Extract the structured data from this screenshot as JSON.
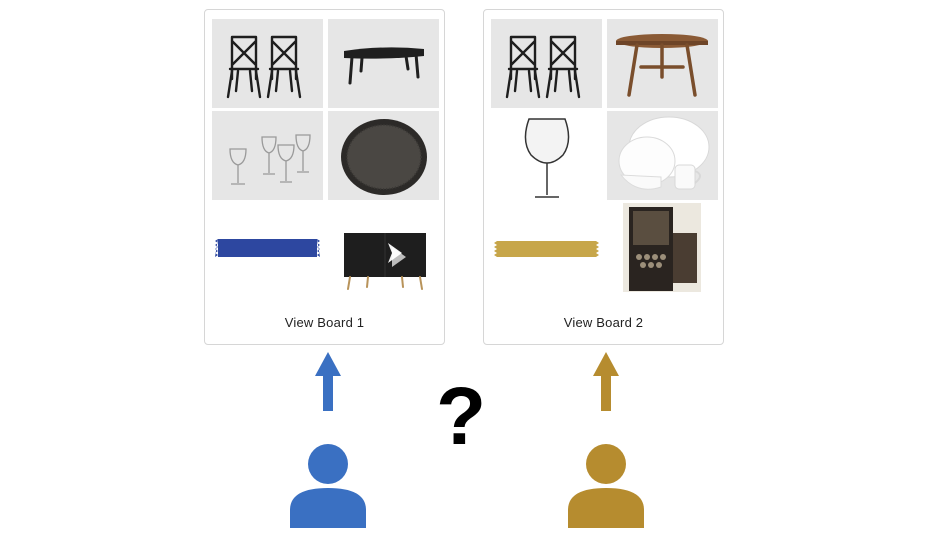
{
  "boards": [
    {
      "label": "View Board 1",
      "items": [
        "chairs-image",
        "bench-image",
        "wine-glasses-image",
        "tray-image",
        "blue-runner-image",
        "sideboard-image"
      ]
    },
    {
      "label": "View Board 2",
      "items": [
        "chairs-image",
        "round-table-image",
        "wine-glass-image",
        "dinnerware-image",
        "gold-runner-image",
        "bar-cabinet-image"
      ]
    }
  ],
  "question_mark": "?",
  "colors": {
    "user1": "#3a70c2",
    "user2": "#b68c2f",
    "border": "#d6d6d6"
  },
  "icons": [
    "up-arrow-icon",
    "person-icon"
  ]
}
